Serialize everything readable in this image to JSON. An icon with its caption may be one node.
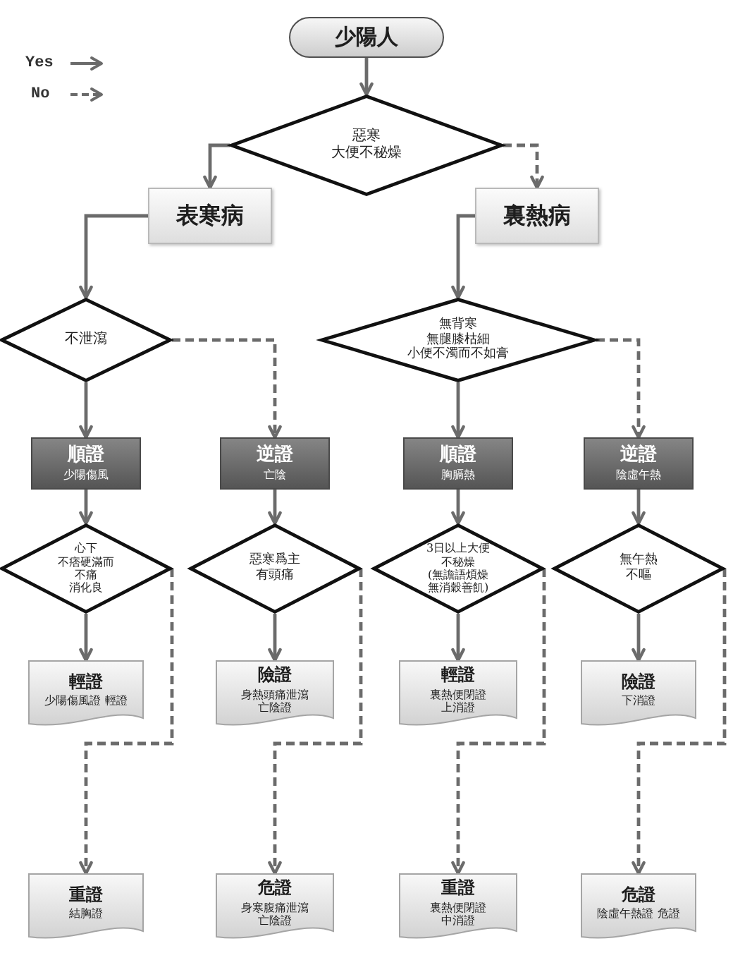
{
  "diagram": {
    "nodes": [
      {
        "text": [
          "少陽人"
        ]
      },
      {
        "text": [
          "惡寒大便不秘燥"
        ]
      },
      {
        "text": [
          "表寒病"
        ]
      },
      {
        "text": [
          "裏熱病"
        ]
      },
      {
        "text": [
          "不泄瀉"
        ]
      },
      {
        "text": [
          "無背寒無腿膝枯細小便不濁而不如膏"
        ]
      },
      {
        "text": [
          "順證",
          "少陽傷風"
        ]
      },
      {
        "text": [
          "逆證",
          "亡陰"
        ]
      },
      {
        "text": [
          "順證",
          "胸膈熱"
        ]
      },
      {
        "text": [
          "逆證",
          "陰虛午熱"
        ]
      },
      {
        "text": [
          "心下不痞硬滿而不痛消化良"
        ]
      },
      {
        "text": [
          "惡寒爲主有頭痛"
        ]
      },
      {
        "text": [
          "3日以上大便不秘燥(無譫語煩燥無消穀善飢)"
        ]
      },
      {
        "text": [
          "無午熱不嘔"
        ]
      },
      {
        "text": [
          "輕證",
          "少陽傷風證 輕證"
        ]
      },
      {
        "text": [
          "險證",
          "身熱頭痛泄瀉亡陰證"
        ]
      },
      {
        "text": [
          "輕證",
          "裏熱便閉證上消證"
        ]
      },
      {
        "text": [
          "險證",
          "下消證"
        ]
      },
      {
        "text": [
          "重證",
          "結胸證"
        ]
      },
      {
        "text": [
          "危證",
          "身寒腹痛泄瀉亡陰證"
        ]
      },
      {
        "text": [
          "重證",
          "裏熱便閉證中消證"
        ]
      },
      {
        "text": [
          "危證",
          "陰虛午熱證 危證"
        ]
      }
    ],
    "edges": [
      {
        "from": 0,
        "to": 1,
        "arrow": "to"
      },
      {
        "from": 1,
        "to": 2,
        "arrow": "to"
      },
      {
        "from": 1,
        "to": 3,
        "arrow": "to",
        "style": "dashed"
      },
      {
        "from": 2,
        "to": 4,
        "arrow": "to"
      },
      {
        "from": 3,
        "to": 5,
        "arrow": "to"
      },
      {
        "from": 4,
        "to": 6,
        "arrow": "to"
      },
      {
        "from": 4,
        "to": 7,
        "arrow": "to",
        "style": "dashed"
      },
      {
        "from": 5,
        "to": 8,
        "arrow": "to"
      },
      {
        "from": 5,
        "to": 9,
        "arrow": "to",
        "style": "dashed"
      },
      {
        "from": 6,
        "to": 10,
        "arrow": "to"
      },
      {
        "from": 7,
        "to": 11,
        "arrow": "to"
      },
      {
        "from": 8,
        "to": 12,
        "arrow": "to"
      },
      {
        "from": 9,
        "to": 13,
        "arrow": "to"
      },
      {
        "from": 10,
        "to": 14,
        "arrow": "to"
      },
      {
        "from": 10,
        "to": 18,
        "arrow": "to",
        "style": "dashed"
      },
      {
        "from": 11,
        "to": 15,
        "arrow": "to"
      },
      {
        "from": 11,
        "to": 19,
        "arrow": "to",
        "style": "dashed"
      },
      {
        "from": 12,
        "to": 16,
        "arrow": "to"
      },
      {
        "from": 12,
        "to": 20,
        "arrow": "to",
        "style": "dashed"
      },
      {
        "from": 13,
        "to": 17,
        "arrow": "to"
      },
      {
        "from": 13,
        "to": 21,
        "arrow": "to",
        "style": "dashed"
      }
    ],
    "legend": [
      {
        "text": "Yes"
      },
      {
        "text": "No"
      }
    ]
  }
}
